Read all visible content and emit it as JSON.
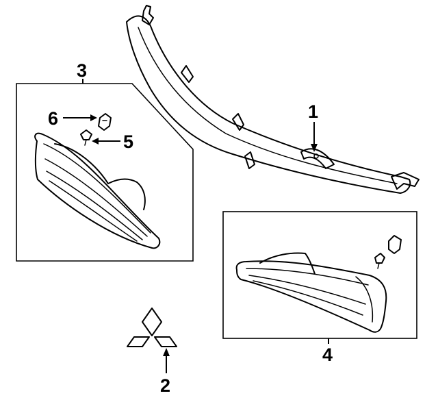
{
  "callouts": {
    "part1": "1",
    "part2": "2",
    "part3": "3",
    "part4": "4",
    "part5": "5",
    "part6": "6"
  },
  "colors": {
    "line": "#000000",
    "background": "#ffffff"
  }
}
